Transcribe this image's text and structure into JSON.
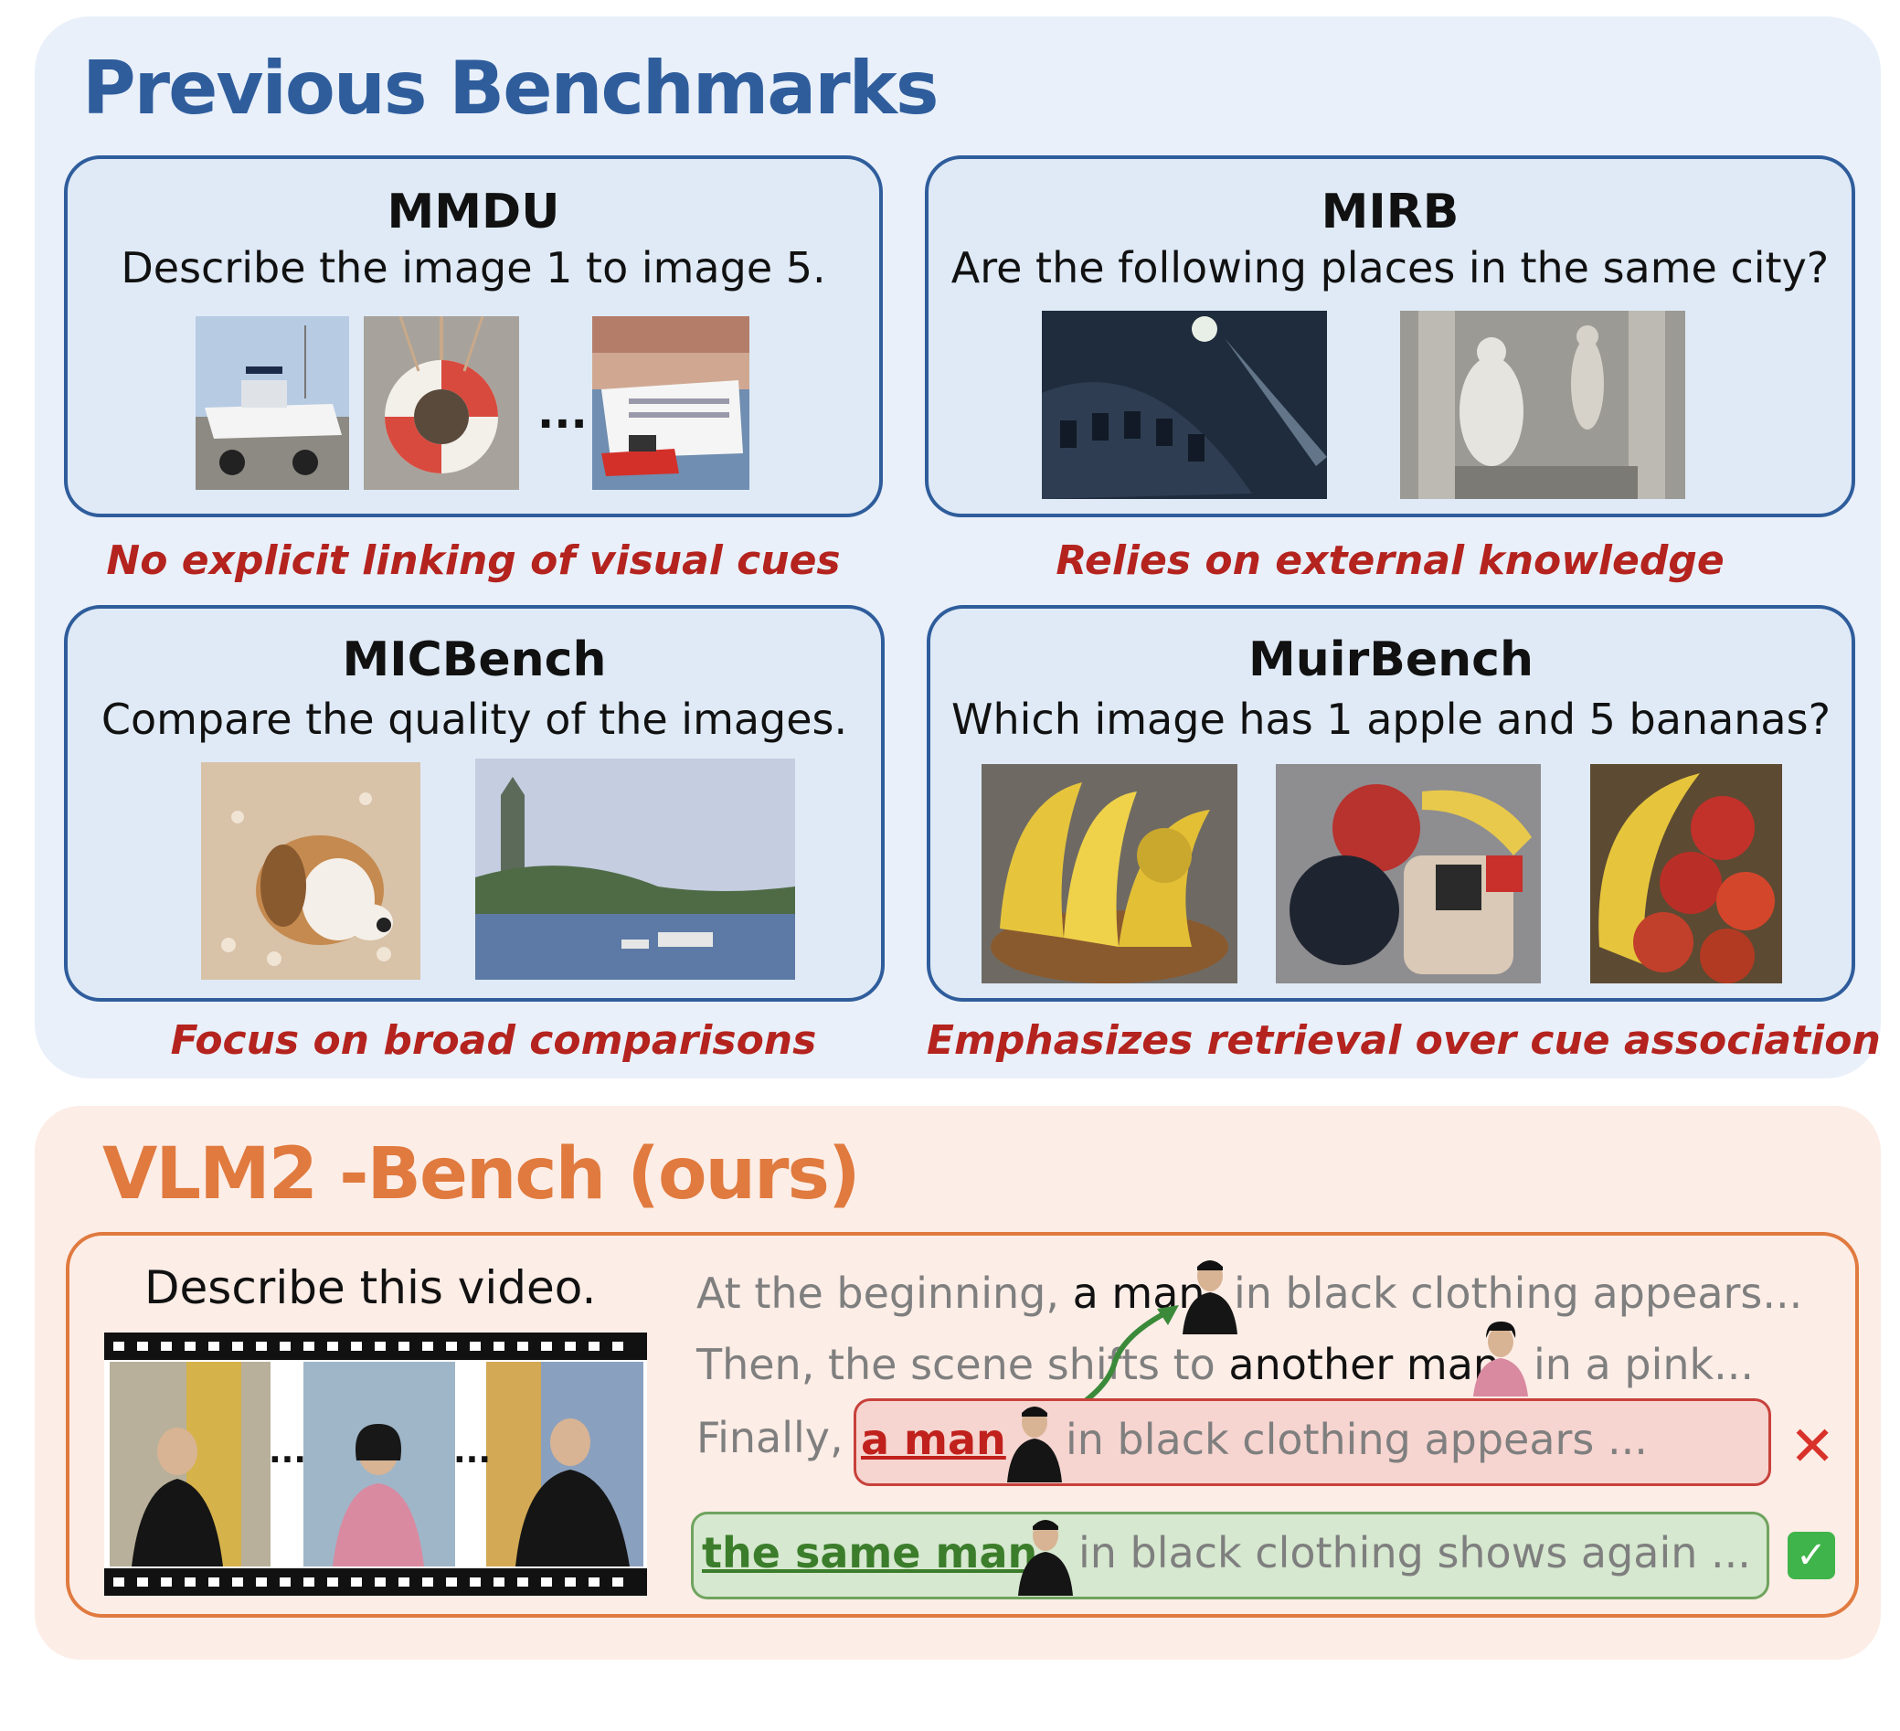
{
  "previous": {
    "title": "Previous Benchmarks",
    "title_color": "#2f5d9c",
    "benchmarks": [
      {
        "name": "MMDU",
        "question": "Describe the image 1 to image 5.",
        "ellipsis": "...",
        "critique": "No explicit linking of visual cues"
      },
      {
        "name": "MIRB",
        "question": "Are the following places in the same city?",
        "critique": "Relies on external knowledge"
      },
      {
        "name": "MICBench",
        "question": "Compare the quality of the images.",
        "critique": "Focus on broad comparisons"
      },
      {
        "name": "MuirBench",
        "question": "Which image has 1 apple and 5 bananas?",
        "critique": "Emphasizes retrieval over cue association"
      }
    ]
  },
  "ours": {
    "title": "VLM2 -Bench (ours)",
    "title_color": "#e07a3f",
    "video_question": "Describe this video.",
    "film_ellipsis": "...",
    "line1": {
      "pre": "At the beginning, ",
      "subject": "a man",
      "post": " in black clothing appears..."
    },
    "line2": {
      "pre": "Then, the scene shifts to ",
      "subject": "another man",
      "post": " in a pink..."
    },
    "line3": {
      "pre": "Finally, ",
      "wrong_subject": "a man",
      "post": " in black clothing appears ..."
    },
    "line4": {
      "right_subject": "the same man",
      "post": " in black clothing  shows again ..."
    },
    "wrong_mark": "✕",
    "right_mark": "✓"
  }
}
